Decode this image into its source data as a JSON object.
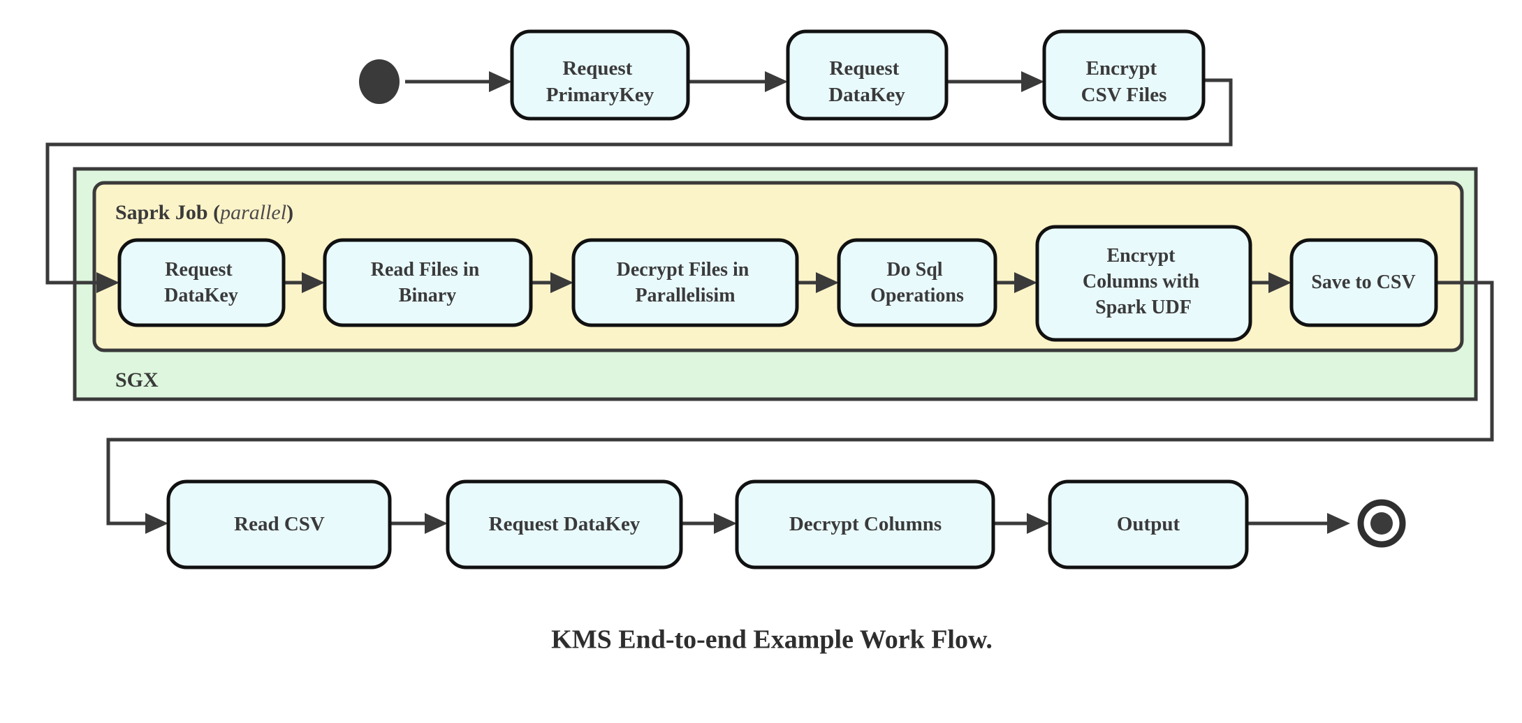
{
  "diagram": {
    "title": "KMS End-to-end Example Work Flow.",
    "type": "activity-flowchart",
    "colors": {
      "node_fill": "#e9fafd",
      "node_stroke": "#111111",
      "sgx_fill": "#ddf6dd",
      "spark_fill": "#fcf4c9",
      "group_stroke": "#3a3a3a",
      "edge": "#3a3a3a",
      "text": "#3a3a3a",
      "background": "#ffffff"
    },
    "start_node": {
      "name": "start-state",
      "shape": "filled-circle"
    },
    "end_node": {
      "name": "end-state",
      "shape": "bullseye-circle"
    },
    "groups": {
      "sgx": {
        "label": "SGX",
        "label_position": "bottom-left"
      },
      "spark": {
        "label_main": "Saprk Job",
        "label_modifier": "(parallel)",
        "modifier_open": "(",
        "modifier_word": "parallel",
        "modifier_close": ")",
        "label_position": "top-left"
      }
    },
    "rows": {
      "top": {
        "name": "preparation-row",
        "nodes": [
          {
            "id": "request-primarykey",
            "lines": [
              "Request",
              "PrimaryKey"
            ]
          },
          {
            "id": "request-datakey-top",
            "lines": [
              "Request",
              "DataKey"
            ]
          },
          {
            "id": "encrypt-csv-files",
            "lines": [
              "Encrypt",
              "CSV Files"
            ]
          }
        ]
      },
      "middle": {
        "name": "spark-job-row",
        "nodes": [
          {
            "id": "request-datakey-spark",
            "lines": [
              "Request",
              "DataKey"
            ]
          },
          {
            "id": "read-files-in-binary",
            "lines": [
              "Read Files in",
              "Binary"
            ]
          },
          {
            "id": "decrypt-files-in-parallelisim",
            "lines": [
              "Decrypt Files in",
              "Parallelisim"
            ]
          },
          {
            "id": "do-sql-operations",
            "lines": [
              "Do Sql",
              "Operations"
            ]
          },
          {
            "id": "encrypt-columns-with-spark-udf",
            "lines": [
              "Encrypt",
              "Columns with",
              "Spark UDF"
            ]
          },
          {
            "id": "save-to-csv",
            "lines": [
              "Save to CSV"
            ]
          }
        ]
      },
      "bottom": {
        "name": "consumption-row",
        "nodes": [
          {
            "id": "read-csv",
            "lines": [
              "Read CSV"
            ]
          },
          {
            "id": "request-datakey-bottom",
            "lines": [
              "Request DataKey"
            ]
          },
          {
            "id": "decrypt-columns",
            "lines": [
              "Decrypt Columns"
            ]
          },
          {
            "id": "output",
            "lines": [
              "Output"
            ]
          }
        ]
      }
    },
    "edges": [
      {
        "from": "start-state",
        "to": "request-primarykey",
        "kind": "straight"
      },
      {
        "from": "request-primarykey",
        "to": "request-datakey-top",
        "kind": "straight"
      },
      {
        "from": "request-datakey-top",
        "to": "encrypt-csv-files",
        "kind": "straight"
      },
      {
        "from": "encrypt-csv-files",
        "to": "request-datakey-spark",
        "kind": "wrap-left"
      },
      {
        "from": "request-datakey-spark",
        "to": "read-files-in-binary",
        "kind": "straight"
      },
      {
        "from": "read-files-in-binary",
        "to": "decrypt-files-in-parallelisim",
        "kind": "straight"
      },
      {
        "from": "decrypt-files-in-parallelisim",
        "to": "do-sql-operations",
        "kind": "straight"
      },
      {
        "from": "do-sql-operations",
        "to": "encrypt-columns-with-spark-udf",
        "kind": "straight"
      },
      {
        "from": "encrypt-columns-with-spark-udf",
        "to": "save-to-csv",
        "kind": "straight"
      },
      {
        "from": "save-to-csv",
        "to": "read-csv",
        "kind": "wrap-left"
      },
      {
        "from": "read-csv",
        "to": "request-datakey-bottom",
        "kind": "straight"
      },
      {
        "from": "request-datakey-bottom",
        "to": "decrypt-columns",
        "kind": "straight"
      },
      {
        "from": "decrypt-columns",
        "to": "output",
        "kind": "straight"
      },
      {
        "from": "output",
        "to": "end-state",
        "kind": "straight"
      }
    ]
  }
}
